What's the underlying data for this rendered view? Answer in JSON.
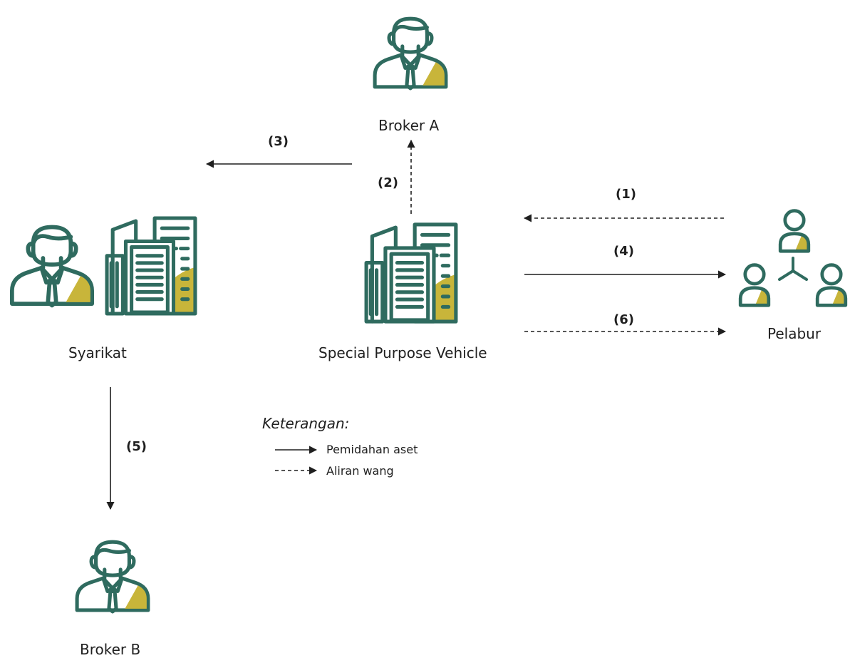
{
  "colors": {
    "icon_stroke": "#2f6b5f",
    "icon_accent": "#c8b53a",
    "line": "#1f1f1f"
  },
  "nodes": {
    "broker_a": {
      "label": "Broker A",
      "icon": "person-icon"
    },
    "syarikat": {
      "label": "Syarikat",
      "icon": "person-with-building-icon"
    },
    "spv": {
      "label": "Special Purpose Vehicle",
      "icon": "building-icon"
    },
    "pelabur": {
      "label": "Pelabur",
      "icon": "group-people-icon"
    },
    "broker_b": {
      "label": "Broker B",
      "icon": "person-icon"
    }
  },
  "steps": {
    "s1": "(1)",
    "s2": "(2)",
    "s3": "(3)",
    "s4": "(4)",
    "s5": "(5)",
    "s6": "(6)"
  },
  "flows": [
    {
      "step": "(1)",
      "from": "Pelabur",
      "to": "Special Purpose Vehicle",
      "kind": "Aliran wang"
    },
    {
      "step": "(2)",
      "from": "Special Purpose Vehicle",
      "to": "Broker A",
      "kind": "Aliran wang"
    },
    {
      "step": "(3)",
      "from": "Broker A",
      "to": "Syarikat",
      "kind": "Pemidahan aset"
    },
    {
      "step": "(4)",
      "from": "Special Purpose Vehicle",
      "to": "Pelabur",
      "kind": "Pemidahan aset"
    },
    {
      "step": "(5)",
      "from": "Syarikat",
      "to": "Broker B",
      "kind": "Pemidahan aset"
    },
    {
      "step": "(6)",
      "from": "Special Purpose Vehicle",
      "to": "Pelabur",
      "kind": "Aliran wang"
    }
  ],
  "legend": {
    "title": "Keterangan:",
    "solid": "Pemidahan aset",
    "dashed": "Aliran wang"
  }
}
